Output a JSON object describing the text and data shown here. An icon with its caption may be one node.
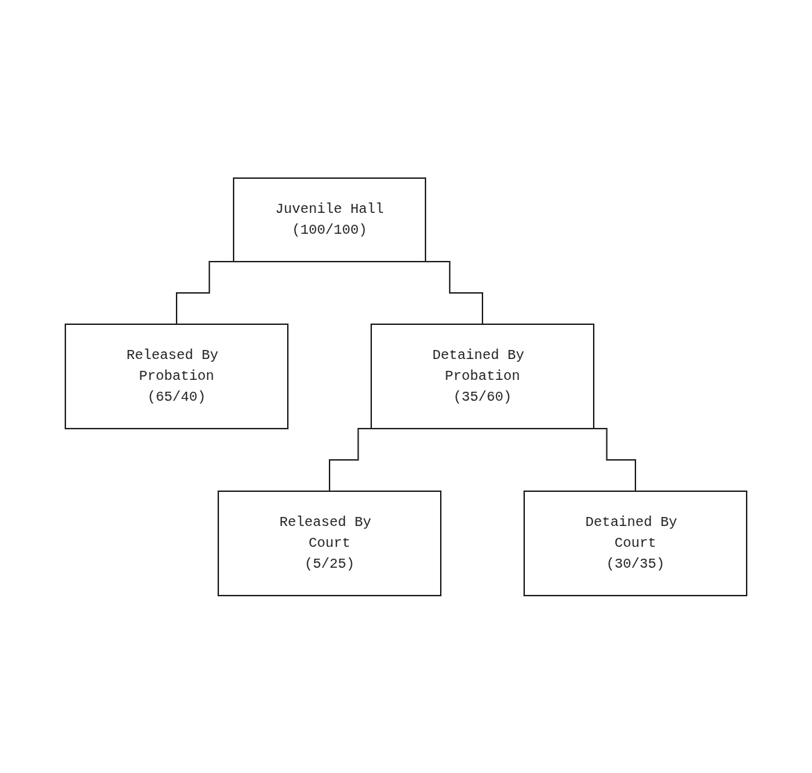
{
  "diagram": {
    "nodes": [
      {
        "text": [
          "Juvenile Hall",
          "(100/100)"
        ]
      },
      {
        "text": [
          "Released By Probation",
          "(65/40)"
        ]
      },
      {
        "text": [
          "Detained By Probation",
          "(35/60)"
        ]
      },
      {
        "text": [
          "Released By Court",
          "(5/25)"
        ]
      },
      {
        "text": [
          "Detained By Court",
          "(30/35)"
        ]
      }
    ],
    "edges": [
      {
        "from": 0,
        "to": 1,
        "arrow": "none"
      },
      {
        "from": 0,
        "to": 2,
        "arrow": "none"
      },
      {
        "from": 2,
        "to": 3,
        "arrow": "none"
      },
      {
        "from": 2,
        "to": 4,
        "arrow": "none"
      }
    ]
  }
}
